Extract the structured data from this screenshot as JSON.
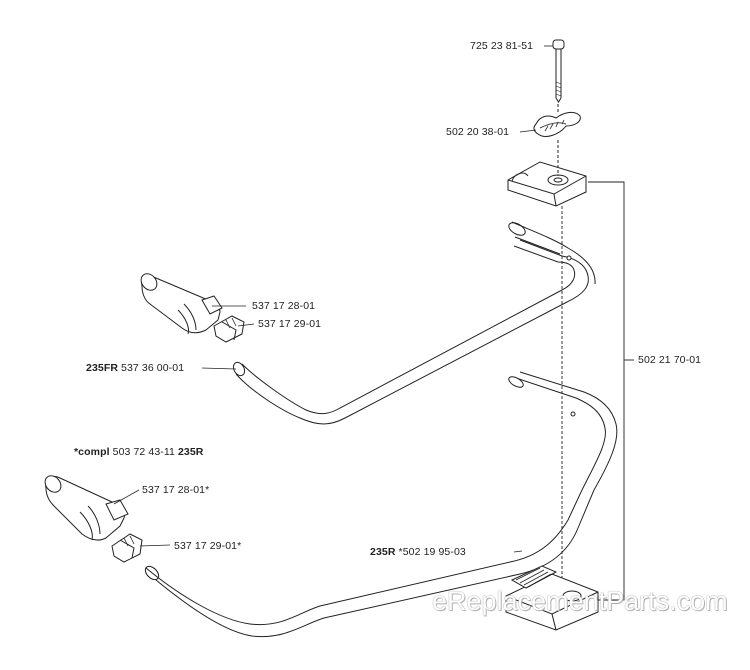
{
  "labels": {
    "bolt": "725 23 81-51",
    "nut_knob": "502 20 38-01",
    "handle_kit": "502 21 70-01",
    "grip_1": "537 17 28-01",
    "throttle_1": "537 17 29-01",
    "bar_fr_model": "235FR",
    "bar_fr_part": "537 36 00-01",
    "compl_prefix": "*compl",
    "compl_part": "503 72 43-11",
    "compl_model": "235R",
    "grip_2": "537 17 28-01*",
    "throttle_2": "537 17 29-01*",
    "bar_r_model": "235R",
    "bar_r_part": "*502 19 95-03"
  },
  "watermark": "eReplacementParts.com"
}
